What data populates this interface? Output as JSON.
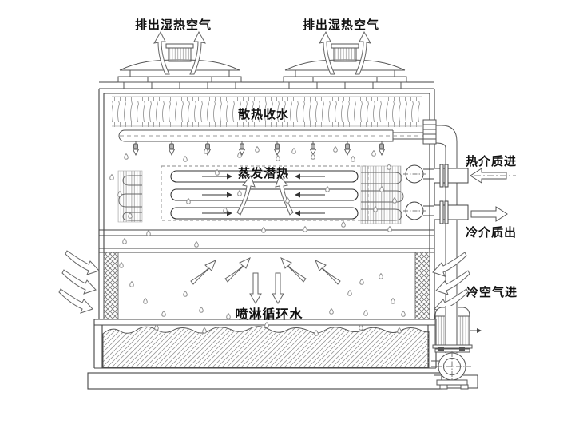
{
  "diagram": {
    "labels": {
      "exhaust_left": "排出湿热空气",
      "exhaust_right": "排出湿热空气",
      "drift_eliminator": "散热收水",
      "latent_heat": "蒸发潜热",
      "hot_medium_in": "热介质进",
      "cold_medium_out": "冷介质出",
      "cold_air_in": "冷空气进",
      "spray_water": "喷淋循环水"
    },
    "colors": {
      "line": "#444444",
      "pattern": "#999999",
      "text": "#111111",
      "background": "#ffffff"
    }
  }
}
